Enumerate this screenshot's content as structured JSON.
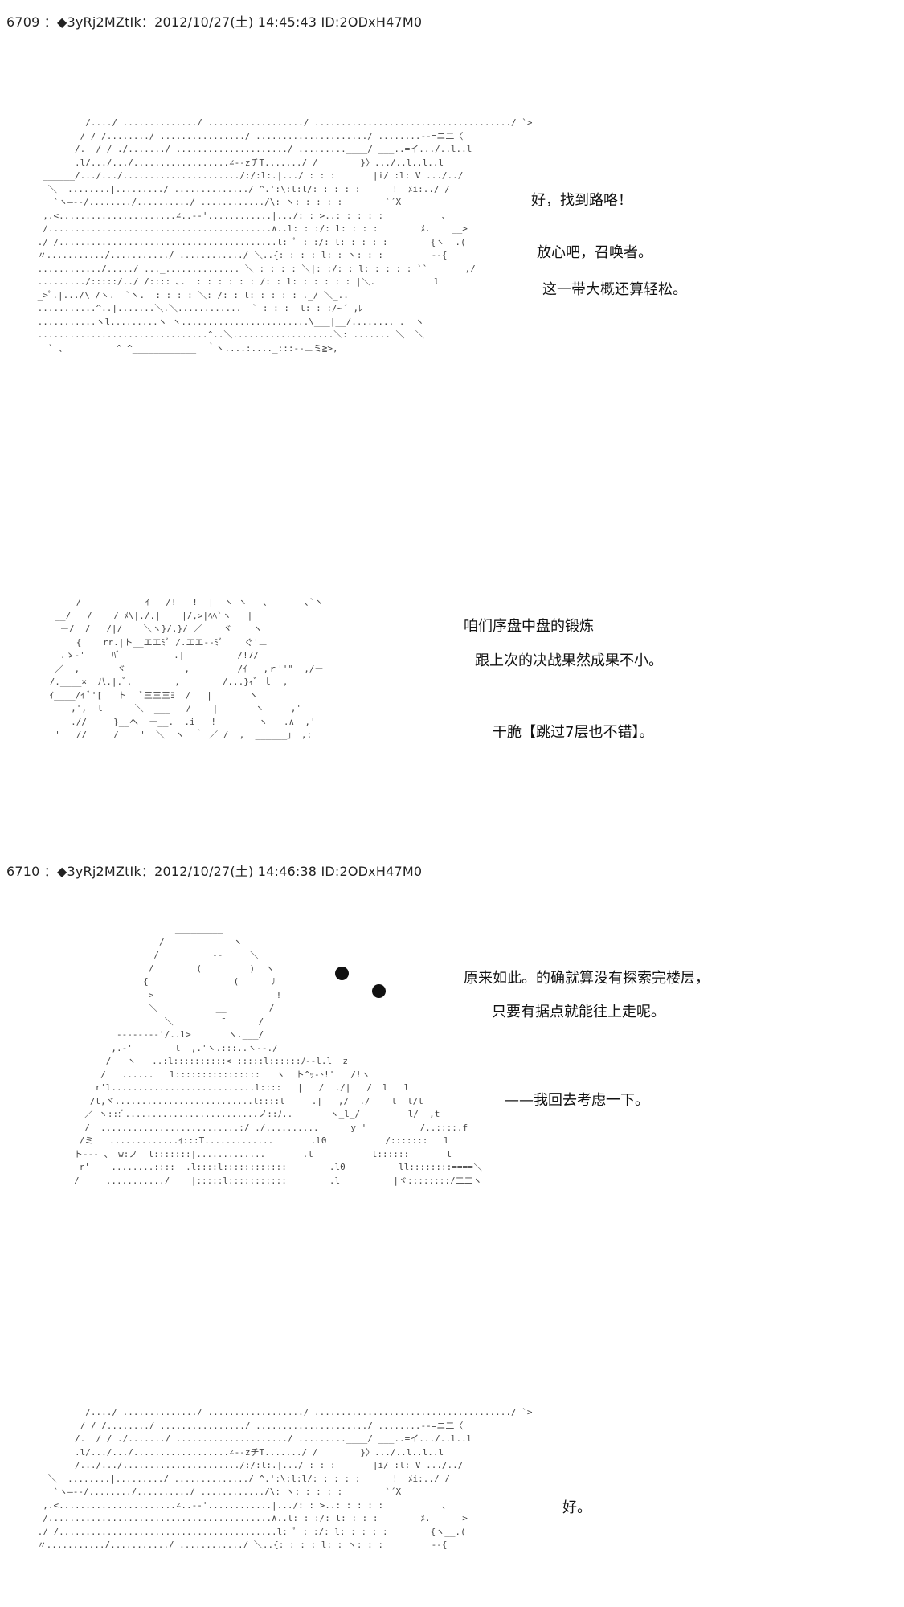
{
  "posts": [
    {
      "header": "6709 ：◆3yRj2MZtIk：2012/10/27(土) 14:45:43 ID:2ODxH47M0",
      "lines_a": [
        "好，找到路咯！",
        "放心吧，召唤者。",
        "这一带大概还算轻松。"
      ],
      "lines_b": [
        "咱们序盘中盘的锻炼",
        "跟上次的决战果然成果不小。",
        "干脆【跳过7层也不错】。"
      ]
    },
    {
      "header": "6710 ：◆3yRj2MZtIk：2012/10/27(土) 14:46:38 ID:2ODxH47M0",
      "lines_a": [
        "原来如此。的确就算没有探索完楼层，",
        "只要有据点就能往上走呢。",
        "——我回去考虑一下。"
      ],
      "lines_b": [
        "好。"
      ]
    }
  ],
  "art": {
    "landscape": "          /..../ ............../ ................../ ...................................../ `>\n         / / /......../ ................/ ...................../ ........--=ニ二〈\n        /.  / / ./......./ ...................../ .........____/ ___..=イ.../..l..l\n        .l/.../.../..................∠--zチT......./ /        }〉.../..l..l..l\n  ______/.../.../....................../:/:l:.|.../ : : :       |i/ :l: V .../../\n   ＼  ........|........./ ............../ ^.':\\:l:l/: : : : :      !  ﾒi:../ /\n    `ヽ―--/......../........../ ............/\\: ヽ: : : : :        `´X\n  ,.<......................∠..--'............|.../: : >..: : : : :           ､\n  /..........................................∧..l: : :/: l: : : :        ﾒ.    __>\n ./ /.........................................l: ﾟ : :/: l: : : : :        {ヽ__.(\n 〃.........../.........../ ............/ ＼..{: : : : l: : ヽ: : :         --{\n ............/...../ ..._.............. ＼ : : : : ＼|: :/: : l: : : : : ``       ,/\n ........./:::::/../ /:::: ､.  : : : : : : /: : l: : : : : : |＼.           l\n _>ﾟ.|.../\\ /ヽ.  `ヽ.  : : : : ＼: /: : l: : : : : ._/ ＼_..\n ...........^..|.......＼.＼............  ` : : :  l: : :/~´ ,ﾚ\n ...........ヽl.........ヽ ヽ........................\\___|__/........ .  ヽ\n ................................^..＼...................＼: ....... ＼  ＼\n   ` ､          ^ ^____________  ｀ヽ....:...._:::--ニミ≧>,",
    "face": "      /            ｲ   /!   !  |  ヽ ヽ   ､       ､`ヽ\n  __/   /    / ﾒ\\|./.|    |/,>|ﾍﾍ`ヽ   |\n   ー/  /   /|/    ＼ヽ}/,}/ ／    ヾ    ヽ\n      {    rr.|ト__エエﾐﾞ /.エエ--ﾐﾞ    ぐ'ニ\n   .ゝ-'     ﾊﾞ          .|          /!7/\n  ／  ,       ヾ           ,         /ｲ   ,ｒ''\"  ,/ー\n /.____×  八.|.ﾞ.        ,        /...}ｨﾞ ｌ  ,\n ｲ____/ｲ ﾞ'[   ト   ﾞ三三三ﾖ  /   |       ヽ\n     ,',  l      ＼  ___   /    |       ヽ     ,'\n     .//     }__ヘ  ー__.  .i   !        ヽ   .∧  ,'\n  '   //     /    '  ＼  ヽ  ｀ ／ /  ,  ______」 ,:",
    "round": "                   _________\n                /             ヽ\n               /          --     ＼\n              /        (         )  ヽ\n             {                (      ﾘ\n              >                       !\n              ＼           __        /\n                 ＼         ¯      /\n        --------'/..l>       ヽ.___/\n       ,.-'        l__,.'ヽ.:::..ヽ--./\n      /   ヽ   ..:l::::::::::< :::::l::::::ﾉ--l.l  z\n     /   ......   l::::::::::::::::   ヽ  ト^ｯ-ﾄ!'   /!ヽ\n    r'l...........................l::::   |   /  ./|   /  l   l\n   /l,ヾ..........................l::::l     .|   ,/  ./    l  l/l\n  ／ ヽ:::ﾞ.........................ノ::ﾉ..       ヽ_l_/         l/  ,t\n  /  ..........................:/ ./..........      y '          /..::::.f\n /ミ   .............ｲ:::T.............       .l0           /:::::::   l\nト--- 、 w:ノ  l:::::::|.............       .l           l::::::       l\n r'    ........::::  .l::::l::::::::::::        .l0          ll::::::::====＼\n/     .........../    |:::::l:::::::::::        .l          |ヾ::::::::/二二ヽ",
    "landscape2": "          /..../ ............../ ................../ ...................................../ `>\n         / / /......../ ................/ ...................../ ........--=ニ二〈\n        /.  / / ./......./ ...................../ .........____/ ___..=イ.../..l..l\n        .l/.../.../..................∠--zチT......./ /        }〉.../..l..l..l\n  ______/.../.../....................../:/:l:.|.../ : : :       |i/ :l: V .../../\n   ＼  ........|........./ ............../ ^.':\\:l:l/: : : : :      !  ﾒi:../ /\n    `ヽ―--/......../........../ ............/\\: ヽ: : : : :        `´X\n  ,.<......................∠..--'............|.../: : >..: : : : :           ､\n  /..........................................∧..l: : :/: l: : : :        ﾒ.    __>\n ./ /.........................................l: ﾟ : :/: l: : : : :        {ヽ__.(\n 〃.........../.........../ ............/ ＼..{: : : : l: : ヽ: : :         --{"
  }
}
